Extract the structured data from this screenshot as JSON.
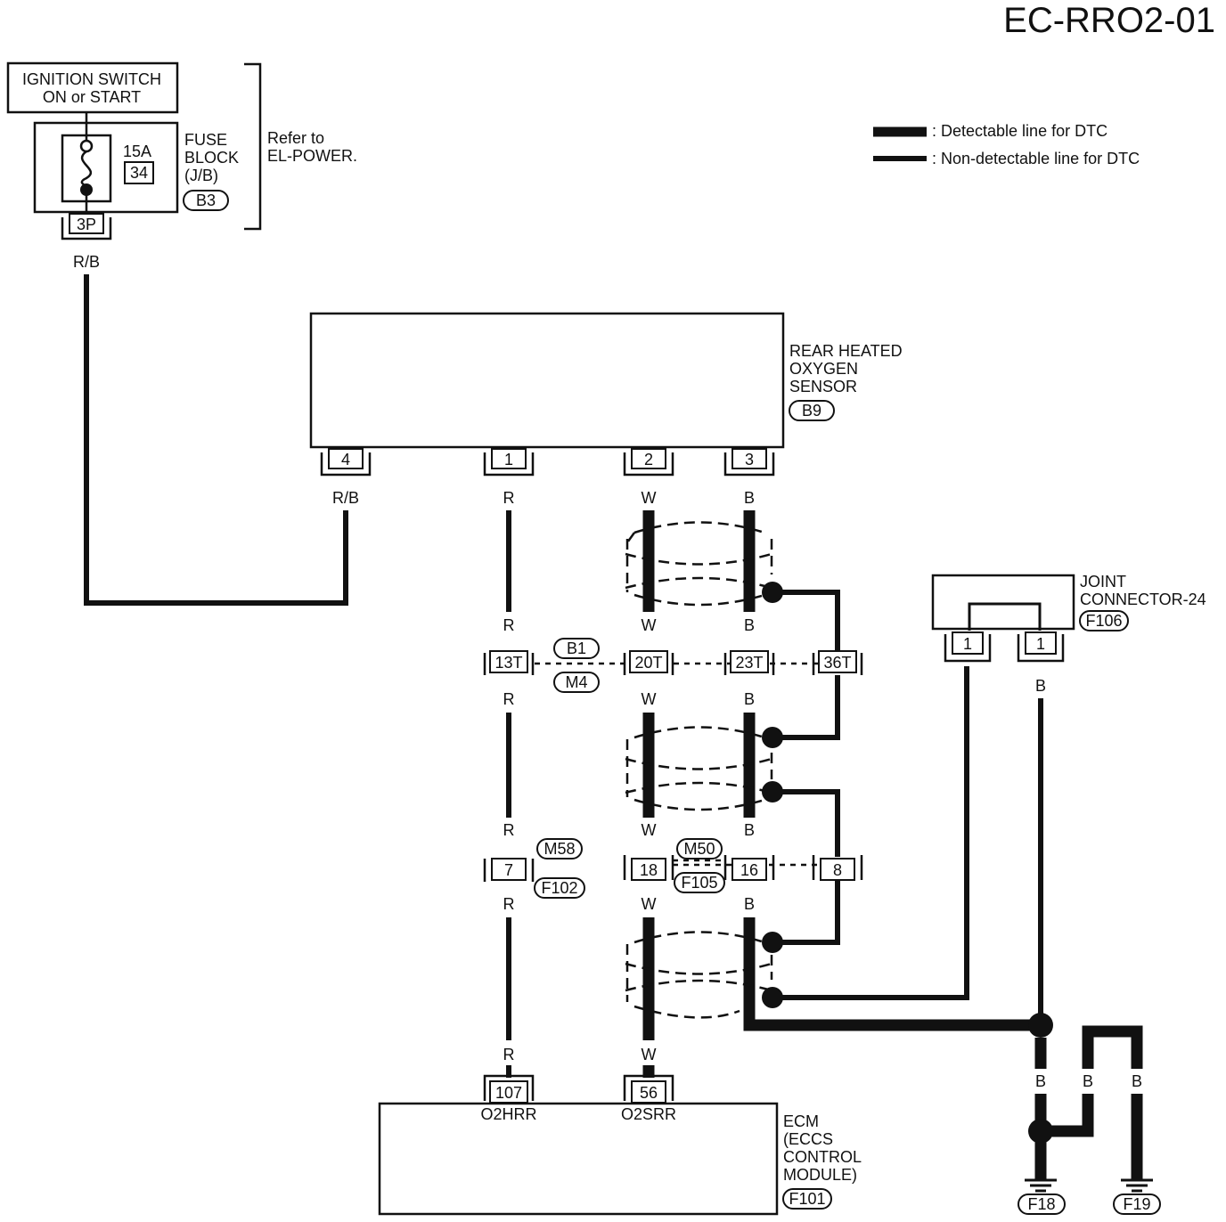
{
  "title": "EC-RRO2-01",
  "legend": {
    "detectable": ": Detectable line for DTC",
    "non_detectable": ": Non-detectable line for DTC"
  },
  "ignition": {
    "line1": "IGNITION SWITCH",
    "line2": "ON or START"
  },
  "fuse_block": {
    "amps": "15A",
    "number": "34",
    "line1": "FUSE",
    "line2": "BLOCK",
    "line3": "(J/B)",
    "connector": "B3",
    "pin": "3P"
  },
  "refer": {
    "line1": "Refer to",
    "line2": "EL-POWER."
  },
  "sensor": {
    "line1": "REAR HEATED",
    "line2": "OXYGEN",
    "line3": "SENSOR",
    "connector": "B9",
    "pins": [
      "4",
      "1",
      "2",
      "3"
    ]
  },
  "wire_colors": {
    "rb": "R/B",
    "r": "R",
    "w": "W",
    "b": "B"
  },
  "joint": {
    "line1": "JOINT",
    "line2": "CONNECTOR-24",
    "connector": "F106",
    "pins": [
      "1",
      "1"
    ]
  },
  "conn_b1_m4": {
    "top": "B1",
    "bottom": "M4",
    "pins": [
      "13T",
      "20T",
      "23T",
      "36T"
    ]
  },
  "conn_m58_f102": {
    "top": "M58",
    "bottom": "F102",
    "pin": "7"
  },
  "conn_m50_f105": {
    "top": "M50",
    "bottom": "F105",
    "pins": [
      "18",
      "16",
      "8"
    ]
  },
  "ecm": {
    "line1": "ECM",
    "line2": "(ECCS",
    "line3": "CONTROL",
    "line4": "MODULE)",
    "connector": "F101",
    "pins": [
      "107",
      "56"
    ],
    "pin_labels": [
      "O2HRR",
      "O2SRR"
    ]
  },
  "grounds": [
    "F18",
    "F19"
  ]
}
